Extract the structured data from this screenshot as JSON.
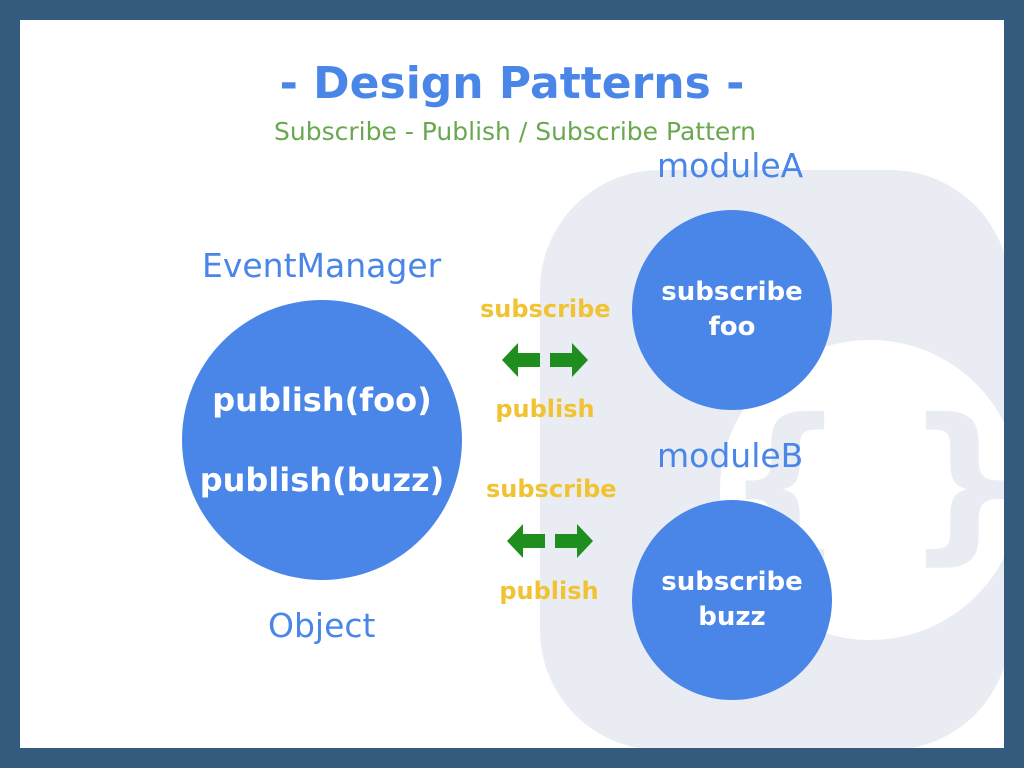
{
  "slide": {
    "title": "- Design Patterns -",
    "subtitle": "Subscribe - Publish / Subscribe Pattern"
  },
  "event_manager": {
    "label": "EventManager",
    "lines": [
      "publish(foo)",
      "publish(buzz)"
    ],
    "bottom_label": "Object"
  },
  "module_a": {
    "label": "moduleA",
    "lines": [
      "subscribe",
      "foo"
    ]
  },
  "module_b": {
    "label": "moduleB",
    "lines": [
      "subscribe",
      "buzz"
    ]
  },
  "connectors": [
    {
      "top_label": "subscribe",
      "bottom_label": "publish",
      "icon": "double-arrow-icon"
    },
    {
      "top_label": "subscribe",
      "bottom_label": "publish",
      "icon": "double-arrow-icon"
    }
  ],
  "colors": {
    "frame": "#345a7e",
    "accent_blue": "#4a86e8",
    "subtitle_green": "#6aa84f",
    "label_yellow": "#f1c232",
    "arrow_green": "#1e8f1e",
    "watermark": "#e9edf3"
  }
}
